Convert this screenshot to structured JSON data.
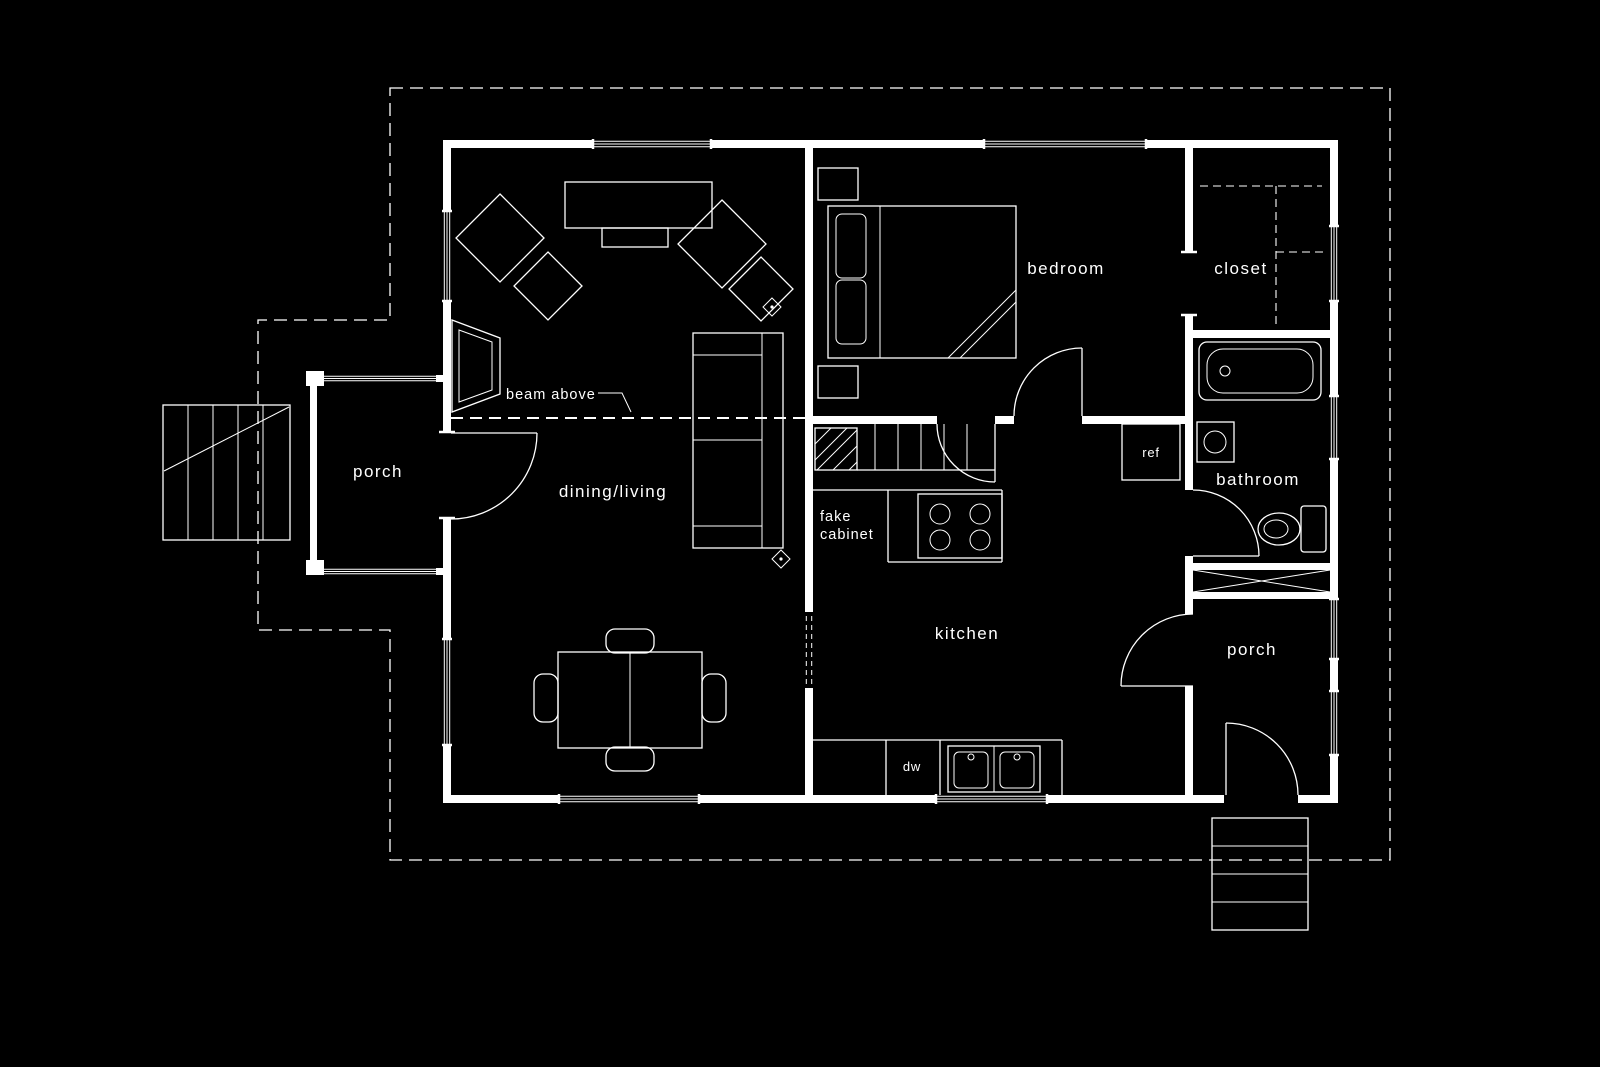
{
  "colors": {
    "background": "#000000",
    "line": "#ffffff"
  },
  "labels": {
    "porch_left": "porch",
    "dining_living": "dining/living",
    "bedroom": "bedroom",
    "closet": "closet",
    "bathroom": "bathroom",
    "kitchen": "kitchen",
    "porch_right": "porch",
    "beam_above": "beam above",
    "fake_cabinet_line1": "fake",
    "fake_cabinet_line2": "cabinet",
    "ref": "ref",
    "dw": "dw"
  }
}
